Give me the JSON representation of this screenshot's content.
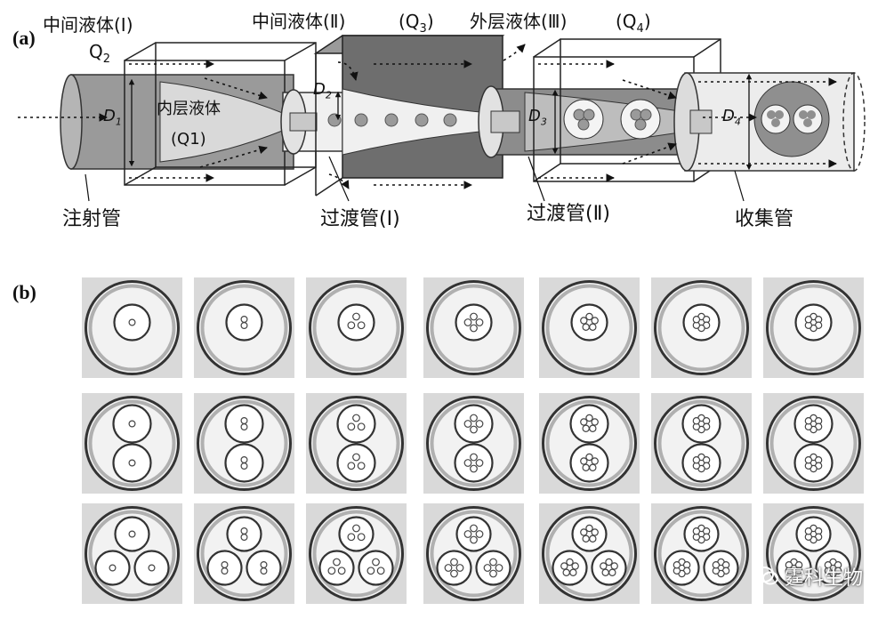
{
  "panel_a": {
    "panel_label": "(a)",
    "labels": {
      "middle_fluid_1": "中间液体(Ⅰ)",
      "q2": "Q",
      "q2_sub": "2",
      "middle_fluid_2": "中间液体(Ⅱ)",
      "q3": "(Q",
      "q3_sub": "3",
      "q3_close": ")",
      "outer_fluid_3": "外层液体(Ⅲ)",
      "q4": "(Q",
      "q4_sub": "4",
      "q4_close": ")",
      "inner_fluid": "内层液体",
      "q1": "(Q1)",
      "d1": "D",
      "d1_sub": "1",
      "d2": "D",
      "d2_sub": "2",
      "d3": "D",
      "d3_sub": "3",
      "d4": "D",
      "d4_sub": "4",
      "injection_tube": "注射管",
      "transition_tube_1": "过渡管(Ⅰ)",
      "transition_tube_2": "过渡管(Ⅱ)",
      "collection_tube": "收集管"
    },
    "colors": {
      "tube_gray": "#8c8c8c",
      "dark_block": "#6e6e6e",
      "light_fill": "#e6e6e6"
    }
  },
  "panel_b": {
    "panel_label": "(b)",
    "rows": [
      {
        "inner_drops": 1,
        "cores_per_inner": [
          1,
          2,
          3,
          4,
          5,
          6,
          7
        ]
      },
      {
        "inner_drops": 2,
        "cores_per_inner": [
          1,
          2,
          3,
          4,
          5,
          6,
          7
        ]
      },
      {
        "inner_drops": 3,
        "cores_per_inner": [
          1,
          2,
          3,
          4,
          5,
          6,
          7
        ]
      }
    ],
    "colors": {
      "tile_bg": "#d9d9d9",
      "shell_fill": "#f2f2f2",
      "ring": "#333333"
    }
  },
  "watermark": {
    "text": "霆科生物",
    "icon": "wechat-icon"
  }
}
